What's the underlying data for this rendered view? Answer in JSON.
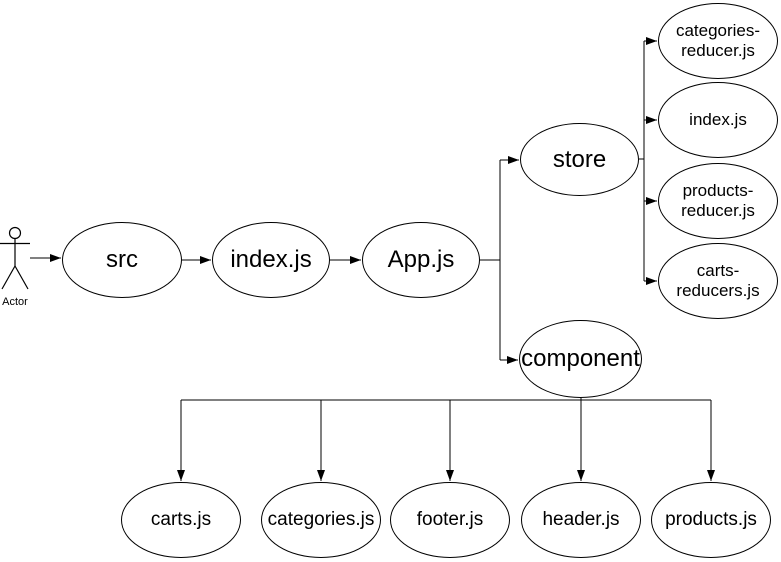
{
  "diagram": {
    "actor": {
      "label": "Actor"
    },
    "nodes": {
      "src": {
        "label": "src"
      },
      "index_js": {
        "label": "index.js"
      },
      "app_js": {
        "label": "App.js"
      },
      "store": {
        "label": "store"
      },
      "component": {
        "label": "component"
      },
      "categories_reducer_js": {
        "label": "categories-reducer.js"
      },
      "store_index_js": {
        "label": "index.js"
      },
      "products_reducer_js": {
        "label": "products-reducer.js"
      },
      "carts_reducers_js": {
        "label": "carts-reducers.js"
      },
      "carts_js": {
        "label": "carts.js"
      },
      "categories_js": {
        "label": "categories.js"
      },
      "footer_js": {
        "label": "footer.js"
      },
      "header_js": {
        "label": "header.js"
      },
      "products_js": {
        "label": "products.js"
      }
    },
    "edges": [
      {
        "from": "Actor",
        "to": "src"
      },
      {
        "from": "src",
        "to": "index.js"
      },
      {
        "from": "index.js",
        "to": "App.js"
      },
      {
        "from": "App.js",
        "to": "store"
      },
      {
        "from": "App.js",
        "to": "component"
      },
      {
        "from": "store",
        "to": "categories-reducer.js"
      },
      {
        "from": "store",
        "to": "index.js"
      },
      {
        "from": "store",
        "to": "products-reducer.js"
      },
      {
        "from": "store",
        "to": "carts-reducers.js"
      },
      {
        "from": "component",
        "to": "carts.js"
      },
      {
        "from": "component",
        "to": "categories.js"
      },
      {
        "from": "component",
        "to": "footer.js"
      },
      {
        "from": "component",
        "to": "header.js"
      },
      {
        "from": "component",
        "to": "products.js"
      }
    ],
    "colors": {
      "stroke": "#000000",
      "text": "#000000",
      "canvas": "#ffffff"
    }
  }
}
